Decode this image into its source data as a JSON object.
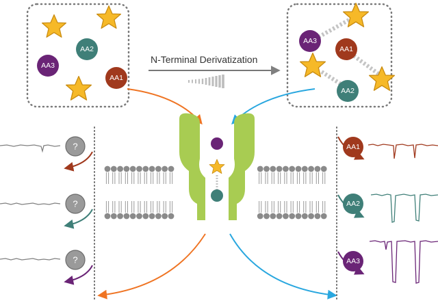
{
  "caption": "N-Terminal Derivatization",
  "amino_acids": {
    "aa1": "AA1",
    "aa2": "AA2",
    "aa3": "AA3"
  },
  "unknown_symbol": "?",
  "colors": {
    "aa1": "#a0391d",
    "aa2": "#3f7f78",
    "aa3": "#6a2476",
    "star": "#f6b928",
    "star_stroke": "#c98c12",
    "pore_protein": "#a8cc52",
    "lipid_head": "#8a8a8a",
    "orange_arrow": "#ef7423",
    "blue_arrow": "#29a7df",
    "gray_trace": "#808080"
  }
}
